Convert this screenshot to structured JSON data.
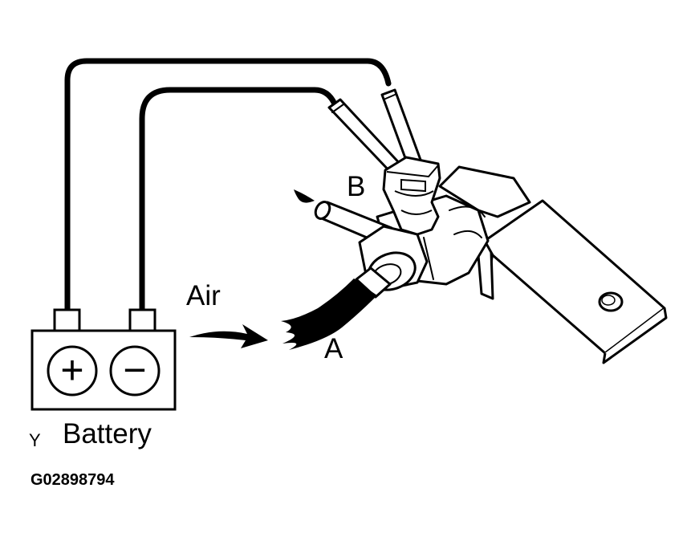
{
  "labels": {
    "air": "Air",
    "port_a": "A",
    "port_b": "B",
    "battery": "Battery",
    "battery_marker": "Y",
    "figure_code": "G02898794"
  },
  "battery": {
    "positive_symbol": "+",
    "negative_symbol": "−"
  },
  "colors": {
    "line": "#000000",
    "background": "#ffffff"
  }
}
